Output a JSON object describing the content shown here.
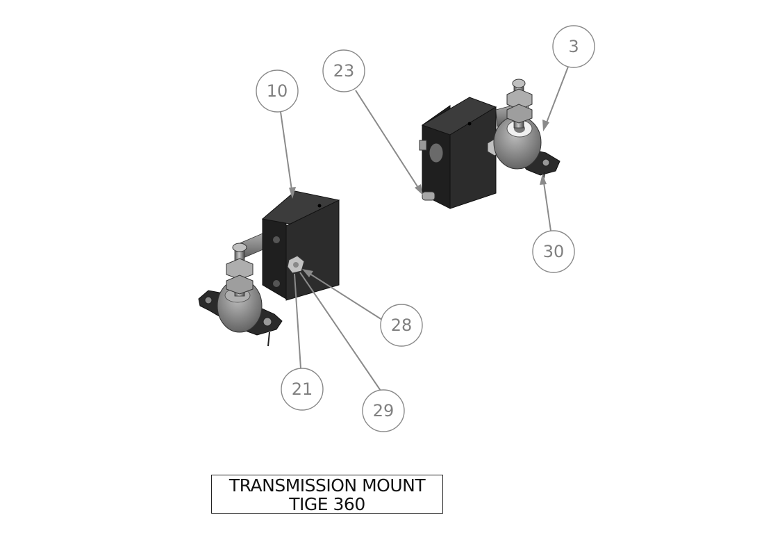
{
  "balloons": {
    "b10": "10",
    "b23": "23",
    "b3": "3",
    "b30": "30",
    "b28": "28",
    "b21": "21",
    "b29": "29"
  },
  "title_block": {
    "line1": "TRANSMISSION MOUNT",
    "line2": "TIGE 360"
  },
  "colors": {
    "block_front": "#2d2d2d",
    "block_top": "#3b3b3b",
    "block_side": "#1e1e1e",
    "metal": "#9a9a9a",
    "leader": "#8a8a8a"
  }
}
